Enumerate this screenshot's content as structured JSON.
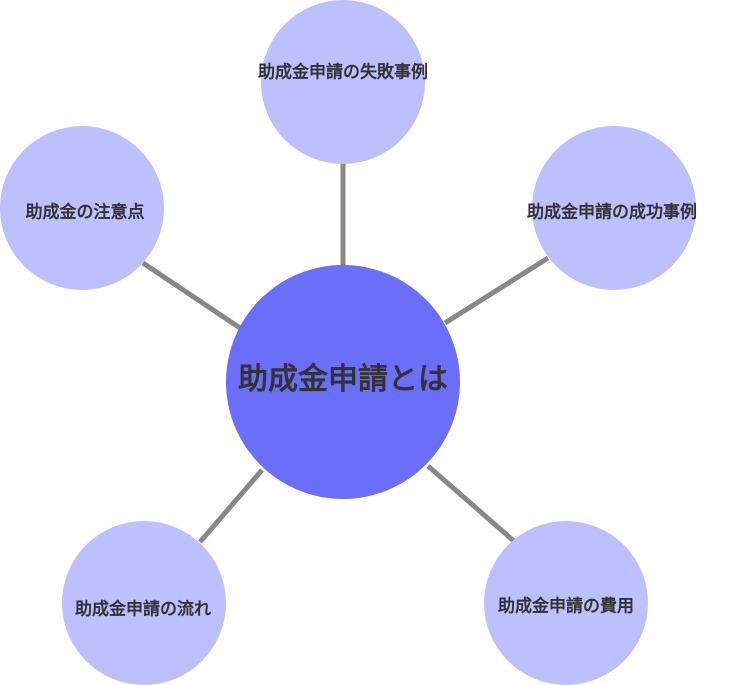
{
  "center": {
    "label": "助成金申請とは",
    "color": "#6B6EF9"
  },
  "branches": [
    {
      "label": "助成金申請の失敗事例"
    },
    {
      "label": "助成金申請の成功事例"
    },
    {
      "label": "助成金申請の費用"
    },
    {
      "label": "助成金申請の流れ"
    },
    {
      "label": "助成金の注意点"
    }
  ],
  "colors": {
    "branch": "#BDBFFF",
    "connector": "#888888",
    "text": "#333333"
  }
}
